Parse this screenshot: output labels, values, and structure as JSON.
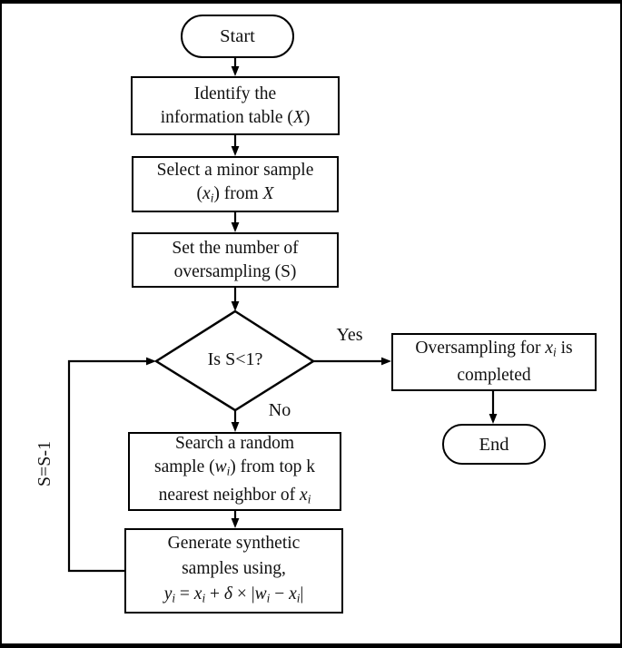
{
  "figure": {
    "background": "#ffffff",
    "line_color": "#000000",
    "text_color": "#111111"
  },
  "nodes": {
    "start": {
      "label": "Start",
      "type": "terminator"
    },
    "identify": {
      "type": "process",
      "lines": [
        [
          {
            "t": "Identify the"
          }
        ],
        [
          {
            "t": "information table ("
          },
          {
            "t": "X",
            "m": true
          },
          {
            "t": ")"
          }
        ]
      ]
    },
    "select": {
      "type": "process",
      "lines": [
        [
          {
            "t": "Select a minor sample"
          }
        ],
        [
          {
            "t": "("
          },
          {
            "t": "x",
            "m": true
          },
          {
            "t": "i",
            "m": true,
            "s": true
          },
          {
            "t": ") from "
          },
          {
            "t": "X",
            "m": true
          }
        ]
      ]
    },
    "set": {
      "type": "process",
      "lines": [
        [
          {
            "t": "Set the number of"
          }
        ],
        [
          {
            "t": "oversampling (S)"
          }
        ]
      ]
    },
    "decision": {
      "type": "decision",
      "label": "Is S<1?"
    },
    "complete": {
      "type": "process",
      "lines": [
        [
          {
            "t": "Oversampling for "
          },
          {
            "t": "x",
            "m": true
          },
          {
            "t": "i",
            "m": true,
            "s": true
          },
          {
            "t": " is"
          }
        ],
        [
          {
            "t": "completed"
          }
        ]
      ]
    },
    "end": {
      "label": "End",
      "type": "terminator"
    },
    "search": {
      "type": "process",
      "lines": [
        [
          {
            "t": "Search a random"
          }
        ],
        [
          {
            "t": "sample ("
          },
          {
            "t": "w",
            "m": true
          },
          {
            "t": "i",
            "m": true,
            "s": true
          },
          {
            "t": ") from top k"
          }
        ],
        [
          {
            "t": "nearest neighbor of "
          },
          {
            "t": "x",
            "m": true
          },
          {
            "t": "i",
            "m": true,
            "s": true
          }
        ]
      ]
    },
    "generate": {
      "type": "process",
      "lines": [
        [
          {
            "t": "Generate synthetic"
          }
        ],
        [
          {
            "t": "samples using,"
          }
        ],
        [
          {
            "t": "y",
            "m": true
          },
          {
            "t": "i",
            "m": true,
            "s": true
          },
          {
            "t": " = "
          },
          {
            "t": "x",
            "m": true
          },
          {
            "t": "i",
            "m": true,
            "s": true
          },
          {
            "t": " + "
          },
          {
            "t": "δ",
            "m": true
          },
          {
            "t": " × |"
          },
          {
            "t": "w",
            "m": true
          },
          {
            "t": "i",
            "m": true,
            "s": true
          },
          {
            "t": " − "
          },
          {
            "t": "x",
            "m": true
          },
          {
            "t": "i",
            "m": true,
            "s": true
          },
          {
            "t": "|"
          }
        ]
      ]
    }
  },
  "edges": {
    "yes_label": "Yes",
    "no_label": "No",
    "loop_label": "S=S-1"
  }
}
